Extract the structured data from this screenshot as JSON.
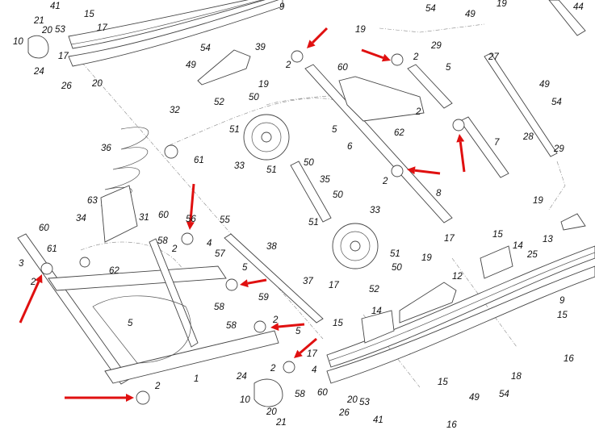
{
  "diagram": {
    "title": "Rear suspension exploded parts view",
    "highlight_color": "#e01010",
    "labels": [
      "41",
      "15",
      "17",
      "21",
      "20",
      "53",
      "10",
      "17",
      "24",
      "26",
      "20",
      "9",
      "54",
      "39",
      "49",
      "19",
      "52",
      "50",
      "51",
      "32",
      "36",
      "61",
      "33",
      "51",
      "63",
      "34",
      "31",
      "60",
      "56",
      "55",
      "54",
      "49",
      "19",
      "44",
      "19",
      "29",
      "2",
      "5",
      "27",
      "60",
      "2",
      "49",
      "54",
      "5",
      "62",
      "6",
      "7",
      "28",
      "29",
      "2",
      "8",
      "50",
      "35",
      "50",
      "33",
      "19",
      "2",
      "60",
      "61",
      "3",
      "2",
      "62",
      "58",
      "2",
      "4",
      "57",
      "38",
      "5",
      "58",
      "59",
      "58",
      "2",
      "5",
      "1",
      "2",
      "24",
      "10",
      "20",
      "21",
      "5",
      "2",
      "4",
      "58",
      "60",
      "20",
      "26",
      "53",
      "41",
      "17",
      "37",
      "51",
      "17",
      "15",
      "14",
      "13",
      "51",
      "50",
      "19",
      "12",
      "52",
      "17",
      "14",
      "15",
      "25",
      "9",
      "15",
      "16",
      "18",
      "15",
      "49",
      "54",
      "16"
    ]
  }
}
